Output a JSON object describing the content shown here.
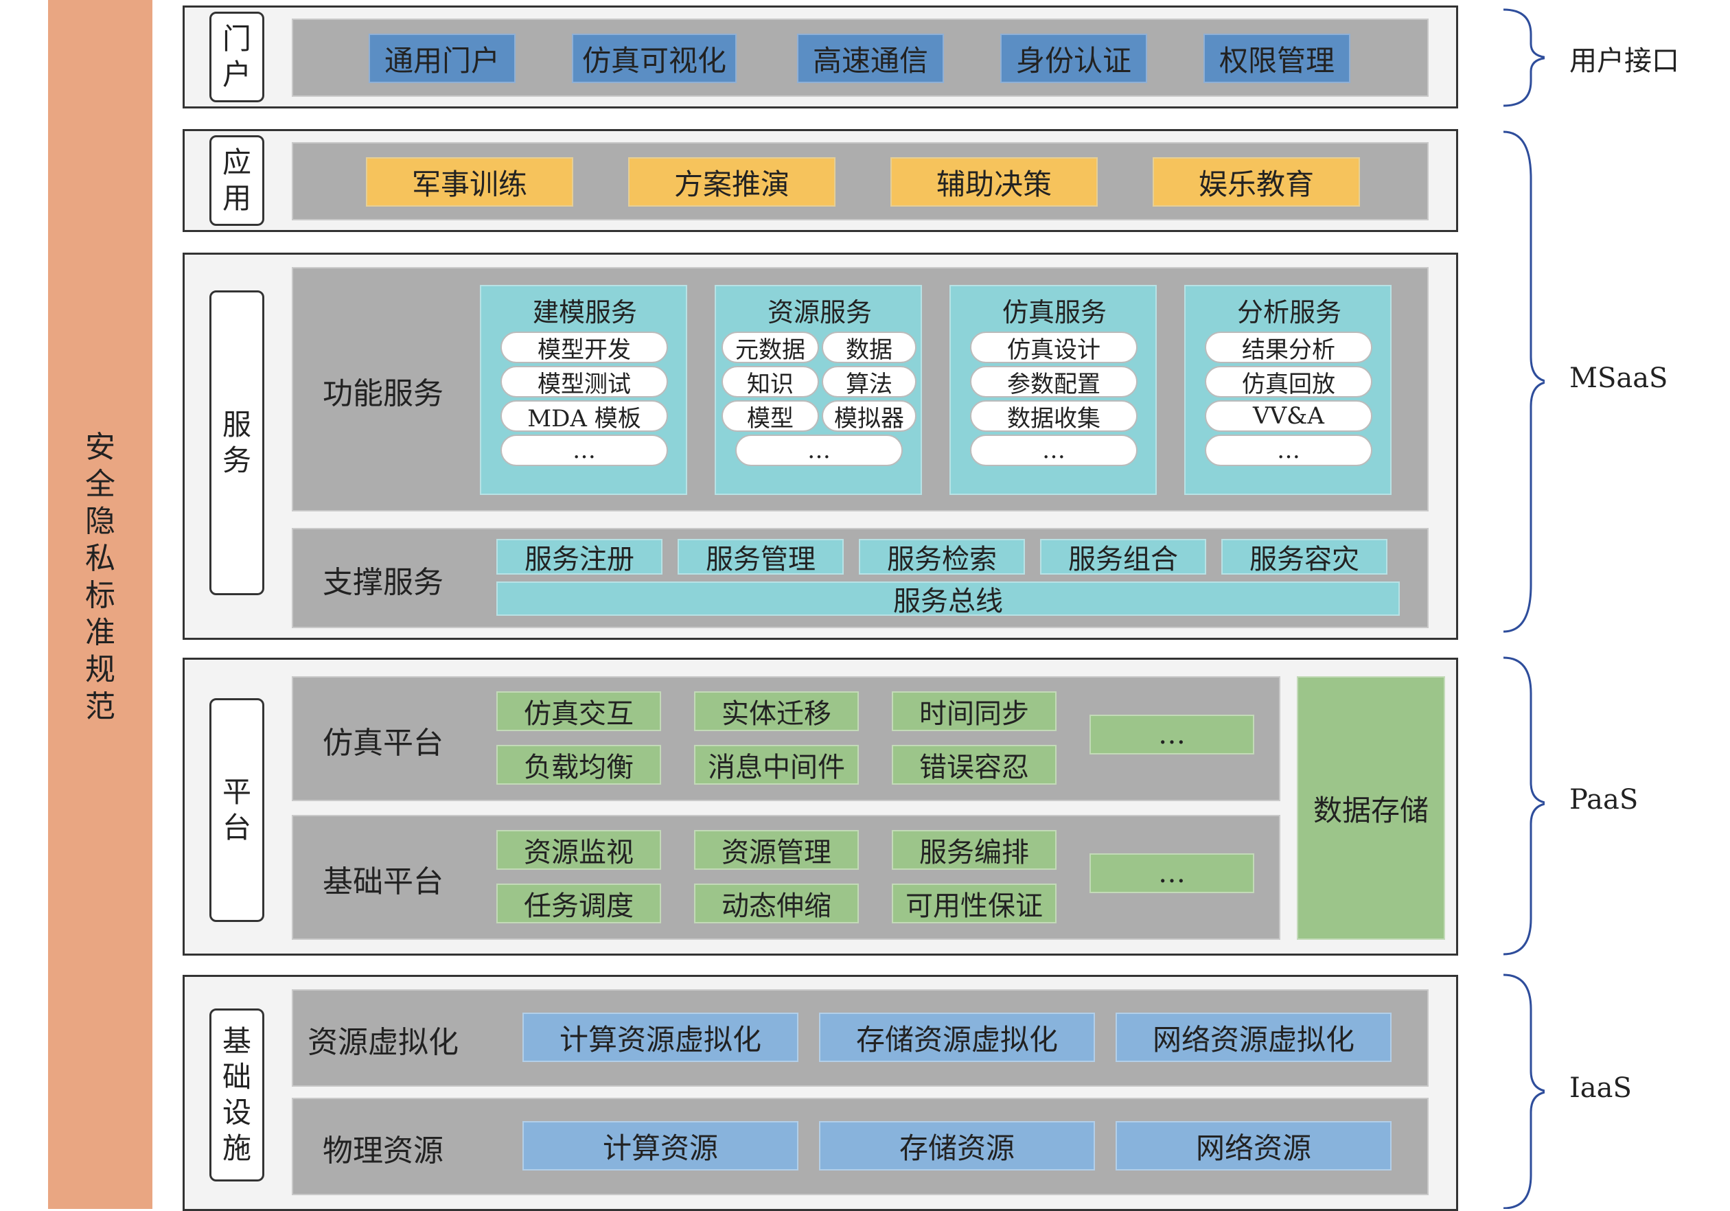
{
  "security_bar": {
    "chars": [
      "安",
      "全",
      "隐",
      "私",
      "标",
      "准",
      "规",
      "范"
    ]
  },
  "layers": {
    "portal": {
      "label": [
        "门",
        "户"
      ],
      "items": [
        "通用门户",
        "仿真可视化",
        "高速通信",
        "身份认证",
        "权限管理"
      ]
    },
    "application": {
      "label": [
        "应",
        "用"
      ],
      "items": [
        "军事训练",
        "方案推演",
        "辅助决策",
        "娱乐教育"
      ]
    },
    "service": {
      "label": [
        "服",
        "务"
      ],
      "functional": {
        "title": "功能服务",
        "cards": [
          {
            "title": "建模服务",
            "items": [
              "模型开发",
              "模型测试",
              "MDA 模板",
              "…"
            ]
          },
          {
            "title": "资源服务",
            "grid": [
              "元数据",
              "数据",
              "知识",
              "算法",
              "模型",
              "模拟器"
            ],
            "more": "…"
          },
          {
            "title": "仿真服务",
            "items": [
              "仿真设计",
              "参数配置",
              "数据收集",
              "…"
            ]
          },
          {
            "title": "分析服务",
            "items": [
              "结果分析",
              "仿真回放",
              "VV&A",
              "…"
            ]
          }
        ]
      },
      "support": {
        "title": "支撑服务",
        "items": [
          "服务注册",
          "服务管理",
          "服务检索",
          "服务组合",
          "服务容灾"
        ],
        "bus": "服务总线"
      }
    },
    "platform": {
      "label": [
        "平",
        "台"
      ],
      "sim": {
        "title": "仿真平台",
        "items": [
          "仿真交互",
          "实体迁移",
          "时间同步",
          "负载均衡",
          "消息中间件",
          "错误容忍"
        ],
        "more": "…"
      },
      "base": {
        "title": "基础平台",
        "items": [
          "资源监视",
          "资源管理",
          "服务编排",
          "任务调度",
          "动态伸缩",
          "可用性保证"
        ],
        "more": "…"
      },
      "storage": "数据存储"
    },
    "infrastructure": {
      "label": [
        "基",
        "础",
        "设",
        "施"
      ],
      "virtual": {
        "title": "资源虚拟化",
        "items": [
          "计算资源虚拟化",
          "存储资源虚拟化",
          "网络资源虚拟化"
        ]
      },
      "physical": {
        "title": "物理资源",
        "items": [
          "计算资源",
          "存储资源",
          "网络资源"
        ]
      }
    }
  },
  "braces": [
    "用户接口",
    "MSaaS",
    "PaaS",
    "IaaS"
  ],
  "colors": {
    "security": "#e9a682",
    "portal_item": "#5b8ec4",
    "app_item": "#f6c35c",
    "service_item": "#8dd3d8",
    "platform_item": "#9cc58a",
    "infra_item": "#88b3dc",
    "brace": "#2e4d9b"
  }
}
